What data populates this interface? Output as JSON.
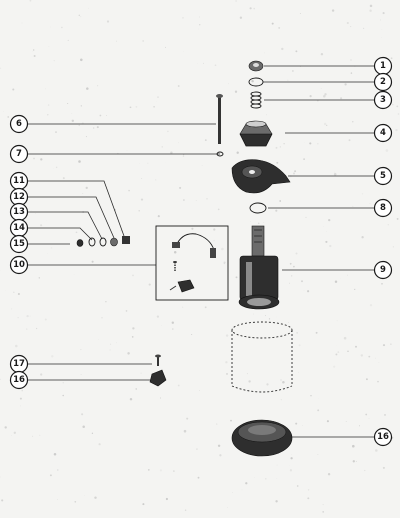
{
  "callouts": [
    {
      "id": "c1",
      "label": "1"
    },
    {
      "id": "c2",
      "label": "2"
    },
    {
      "id": "c3",
      "label": "3"
    },
    {
      "id": "c4",
      "label": "4"
    },
    {
      "id": "c5",
      "label": "5"
    },
    {
      "id": "c6",
      "label": "6"
    },
    {
      "id": "c7",
      "label": "7"
    },
    {
      "id": "c8",
      "label": "8"
    },
    {
      "id": "c9",
      "label": "9"
    },
    {
      "id": "c10",
      "label": "10"
    },
    {
      "id": "c11",
      "label": "11"
    },
    {
      "id": "c12",
      "label": "12"
    },
    {
      "id": "c13",
      "label": "13"
    },
    {
      "id": "c14",
      "label": "14"
    },
    {
      "id": "c15",
      "label": "15"
    },
    {
      "id": "c16a",
      "label": "16"
    },
    {
      "id": "c17",
      "label": "17"
    },
    {
      "id": "c16b",
      "label": "16"
    }
  ]
}
